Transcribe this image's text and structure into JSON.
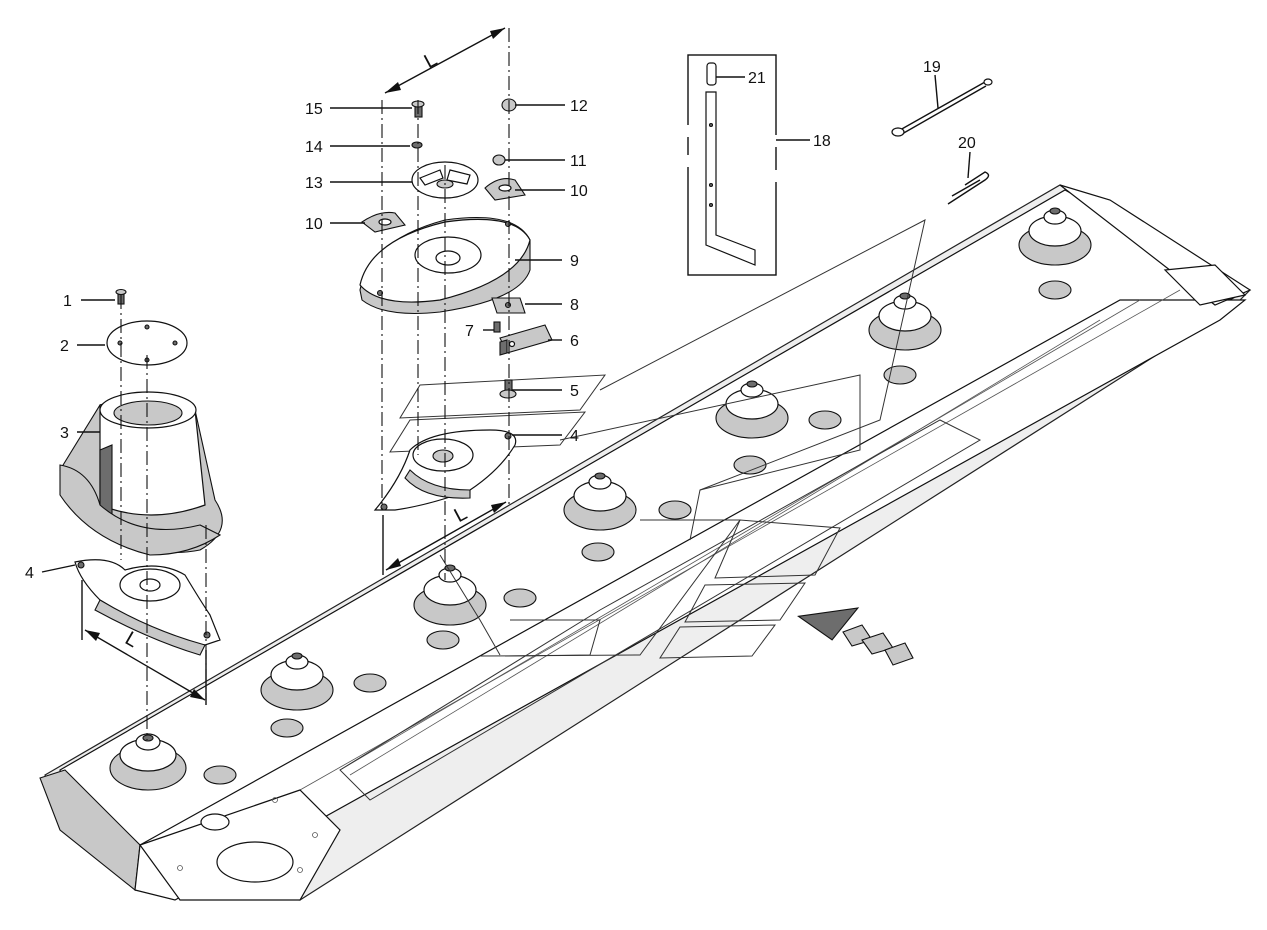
{
  "diagram": {
    "callouts": [
      "1",
      "2",
      "3",
      "4",
      "4",
      "5",
      "6",
      "7",
      "8",
      "9",
      "10",
      "10",
      "11",
      "12",
      "13",
      "14",
      "15",
      "18",
      "19",
      "20",
      "21"
    ],
    "dimension_labels": [
      "L",
      "L",
      "L"
    ]
  },
  "colors": {
    "line": "#111111",
    "shade_light": "#c8c8c8",
    "shade_dark": "#6d6d6d",
    "background": "#ffffff"
  }
}
